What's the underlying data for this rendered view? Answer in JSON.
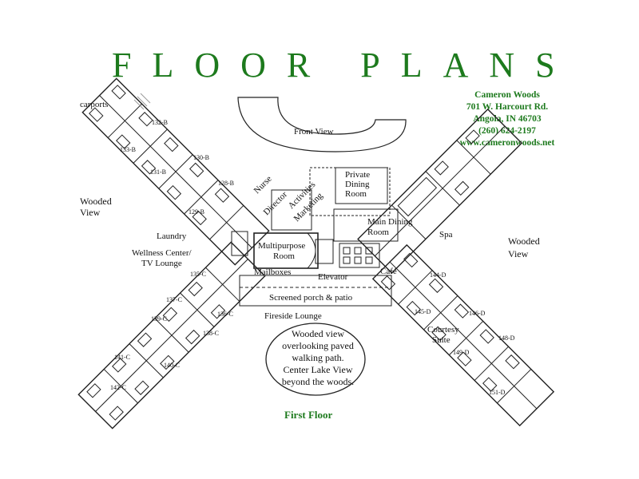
{
  "title": "FLOOR PLANS",
  "contact": {
    "name": "Cameron Woods",
    "address": "701 W. Harcourt Rd.",
    "city": "Angola, IN  46703",
    "phone": "(260) 624-2197",
    "website": "www.cameronwoods.net"
  },
  "floor_label": "First Floor",
  "labels": {
    "carports": "carports",
    "front_view": "Front View",
    "wooded_view_left_1": "Wooded",
    "wooded_view_left_2": "View",
    "wooded_view_right_1": "Wooded",
    "wooded_view_right_2": "View",
    "nurse": "Nurse",
    "director": "Director",
    "activities": "Activities",
    "marketing": "Marketing",
    "private_dining_1": "Private",
    "private_dining_2": "Dining",
    "private_dining_3": "Room",
    "main_dining_1": "Main Dining",
    "main_dining_2": "Room",
    "laundry": "Laundry",
    "wellness_1": "Wellness Center/",
    "wellness_2": "TV Lounge",
    "multipurpose_1": "Multipurpose",
    "multipurpose_2": "Room",
    "mailboxes": "Mailboxes",
    "elevator": "Elevator",
    "cafe": "Café",
    "spa": "Spa",
    "screened_porch": "Screened porch & patio",
    "fireside_lounge": "Fireside Lounge",
    "courtesy_suite_1": "Courtesy",
    "courtesy_suite_2": "Suite"
  },
  "wooded_note": [
    "Wooded view",
    "overlooking paved",
    "walking path.",
    "Center Lake View",
    "beyond the woods."
  ],
  "units": {
    "u132": "132-B",
    "u133": "133-B",
    "u130": "130-B",
    "u131": "131-B",
    "u128": "128-B",
    "u129": "129-B",
    "u135": "135-C",
    "u137": "137-C",
    "u136": "136-C",
    "u139": "139-C",
    "u138": "138-C",
    "u141": "141-C",
    "u140": "140-C",
    "u142": "142-C",
    "u144": "144-D",
    "u145": "145-D",
    "u146": "146-D",
    "u148": "148-D",
    "u149": "149-D",
    "u151": "151-D"
  }
}
